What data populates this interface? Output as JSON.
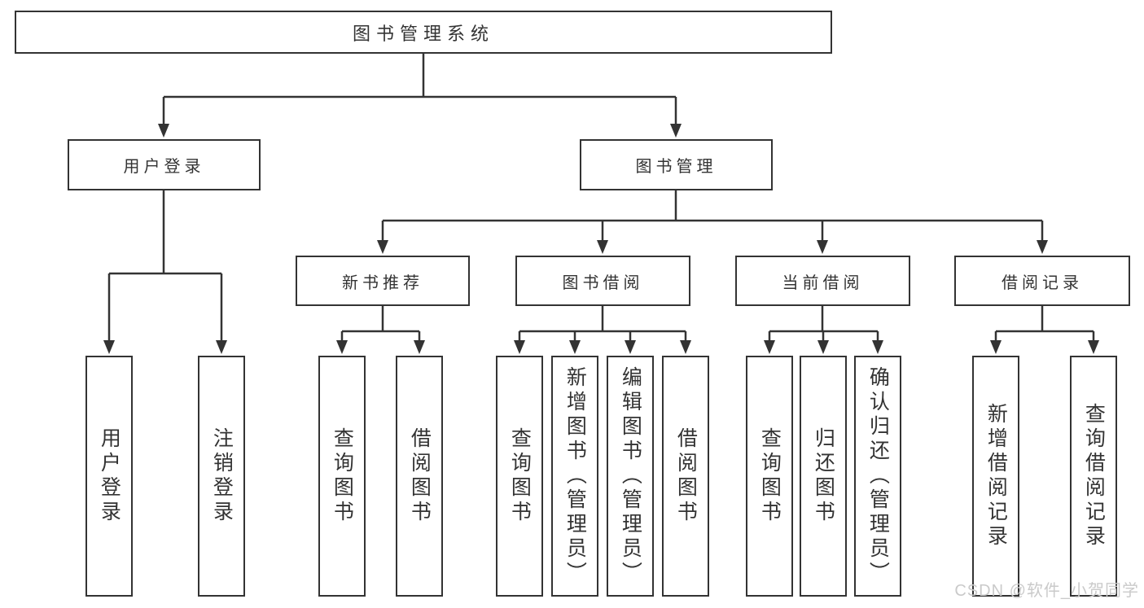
{
  "tree": {
    "root": "图书管理系统",
    "children": [
      {
        "label": "用户登录",
        "children": [
          {
            "label": "用户登录"
          },
          {
            "label": "注销登录"
          }
        ]
      },
      {
        "label": "图书管理",
        "children": [
          {
            "label": "新书推荐",
            "children": [
              {
                "label": "查询图书"
              },
              {
                "label": "借阅图书"
              }
            ]
          },
          {
            "label": "图书借阅",
            "children": [
              {
                "label": "查询图书"
              },
              {
                "label": "新增图书（管理员）"
              },
              {
                "label": "编辑图书（管理员）"
              },
              {
                "label": "借阅图书"
              }
            ]
          },
          {
            "label": "当前借阅",
            "children": [
              {
                "label": "查询图书"
              },
              {
                "label": "归还图书"
              },
              {
                "label": "确认归还（管理员）"
              }
            ]
          },
          {
            "label": "借阅记录",
            "children": [
              {
                "label": "新增借阅记录"
              },
              {
                "label": "查询借阅记录"
              }
            ]
          }
        ]
      }
    ]
  },
  "watermark": {
    "text": "CSDN @软件_小贺同学"
  },
  "colors": {
    "stroke": "#333333",
    "background": "#ffffff",
    "watermark": "#cacaca"
  }
}
